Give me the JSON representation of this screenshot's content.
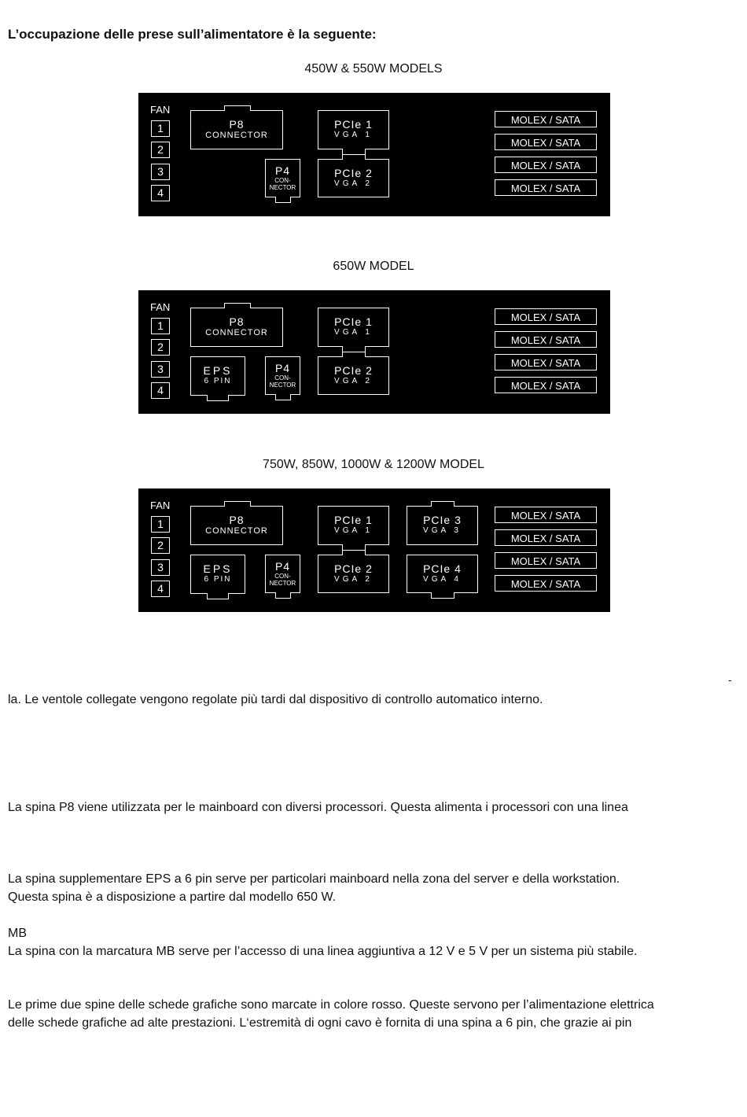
{
  "heading": "L’occupazione delle prese sull’alimentatore è la seguente:",
  "labels": {
    "fan": "FAN",
    "fans": [
      "1",
      "2",
      "3",
      "4"
    ],
    "p8": "P8",
    "connector": "CONNECTOR",
    "p4": "P4",
    "con": "CON-",
    "nector": "NECTOR",
    "eps": "EPS",
    "six_pin": "6 PIN",
    "pcie1": "PCIe 1",
    "vga1": "VGA 1",
    "pcie2": "PCIe 2",
    "vga2": "VGA 2",
    "pcie3": "PCIe 3",
    "vga3": "VGA 3",
    "pcie4": "PCIe 4",
    "vga4": "VGA 4",
    "molex": "MOLEX / SATA"
  },
  "panels": [
    {
      "title": "450W & 550W MODELS"
    },
    {
      "title": "650W MODEL"
    },
    {
      "title": "750W, 850W, 1000W & 1200W MODEL"
    }
  ],
  "dash": "-",
  "paragraphs": {
    "fans": "la. Le ventole collegate vengono regolate più tardi dal dispositivo di controllo automatico interno.",
    "p8": "La spina P8 viene utilizzata per le mainboard con diversi processori. Questa alimenta i processori con una linea",
    "eps_1": "La spina supplementare EPS a 6 pin serve per particolari mainboard nella zona del server e della workstation.",
    "eps_2": "Questa spina è a disposizione a partire dal modello 650 W.",
    "mb_title": "MB",
    "mb": "La spina con la marcatura MB serve per l’accesso di una linea aggiuntiva a 12 V e 5 V per un sistema più stabile.",
    "pcie_1": "Le prime due spine delle schede grafiche sono marcate in colore rosso. Queste servono per l’alimentazione elettrica",
    "pcie_2": "delle schede grafiche ad alte prestazioni. L‘estremità di ogni cavo è fornita di una spina a 6 pin, che grazie ai pin"
  }
}
